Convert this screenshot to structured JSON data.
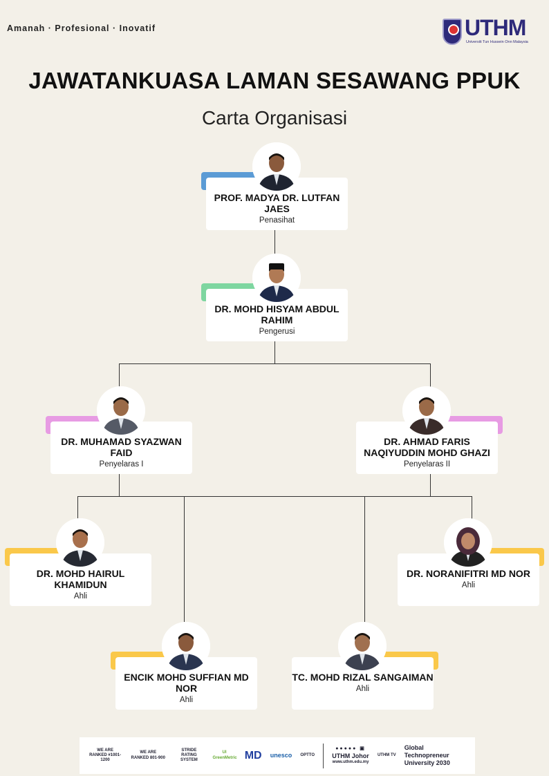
{
  "header": {
    "motto": "Amanah · Profesional · Inovatif",
    "logo_text": "UTHM",
    "logo_sub": "Universiti Tun Hussein Onn Malaysia"
  },
  "title": "JAWATANKUASA LAMAN SESAWANG PPUK",
  "subtitle": "Carta Organisasi",
  "colors": {
    "advisor": "#5b9bd5",
    "chair": "#7ed6a0",
    "coordinator": "#e79be3",
    "member": "#fac84a"
  },
  "members": [
    {
      "name": "PROF. MADYA DR. LUTFAN JAES",
      "role": "Penasihat"
    },
    {
      "name": "DR. MOHD HISYAM ABDUL RAHIM",
      "role": "Pengerusi"
    },
    {
      "name": "DR. MUHAMAD SYAZWAN FAID",
      "role": "Penyelaras I"
    },
    {
      "name": "DR. AHMAD FARIS NAQIYUDDIN MOHD GHAZI",
      "role": "Penyelaras II"
    },
    {
      "name": "DR. MOHD HAIRUL KHAMIDUN",
      "role": "Ahli"
    },
    {
      "name": "DR. NORANIFITRI MD NOR",
      "role": "Ahli"
    },
    {
      "name": "ENCIK MOHD SUFFIAN MD NOR",
      "role": "Ahli"
    },
    {
      "name": "TC. MOHD RIZAL SANGAIMAN",
      "role": "Ahli"
    }
  ],
  "footer": {
    "items": [
      "WE ARE RANKED #1001-1200",
      "WE ARE RANKED 801-900",
      "STRIDE RATING SYSTEM",
      "UI GreenMetric",
      "MD",
      "unesco",
      "OPTTO",
      "UTHM Johor",
      "www.uthm.edu.my",
      "UTHM TV",
      "Global Technopreneur University 2030"
    ]
  }
}
